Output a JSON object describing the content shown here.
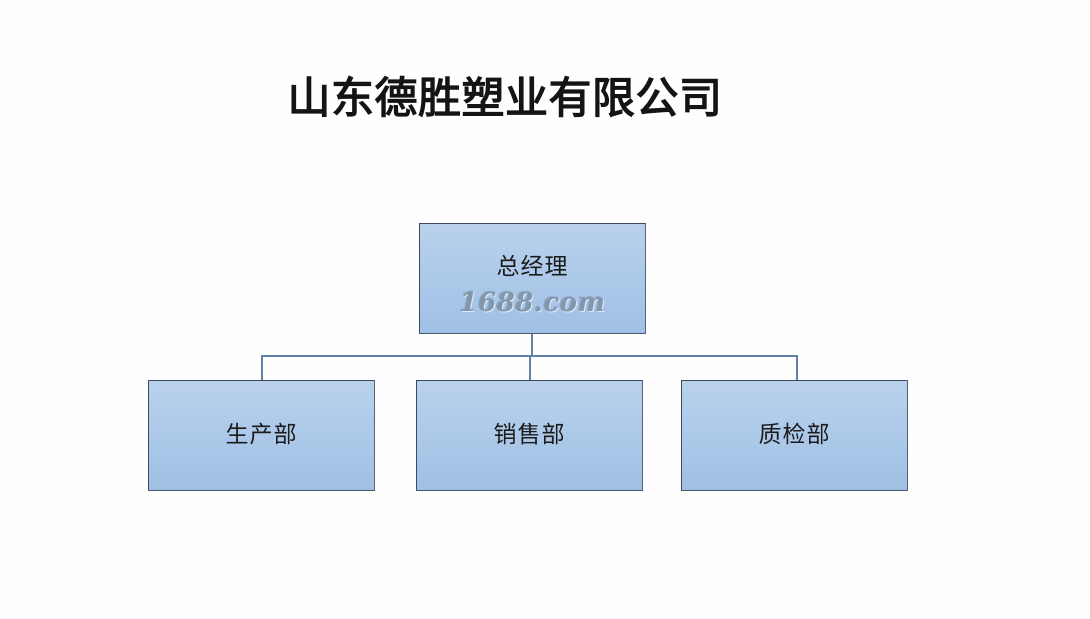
{
  "slide": {
    "background_color": "#ffffff",
    "title": "山东德胜塑业有限公司"
  },
  "org_chart": {
    "root": {
      "label": "总经理",
      "watermark": "1688.com"
    },
    "children": [
      {
        "label": "生产部"
      },
      {
        "label": "销售部"
      },
      {
        "label": "质检部"
      }
    ],
    "colors": {
      "node_fill_top": "#b9d1ec",
      "node_fill_bottom": "#9fc0e4",
      "node_border": "#3c4a5c",
      "connector": "#5f83a8",
      "label_text": "#1b1b1b",
      "watermark_text": "#8297ad",
      "title_text": "#141414"
    }
  }
}
